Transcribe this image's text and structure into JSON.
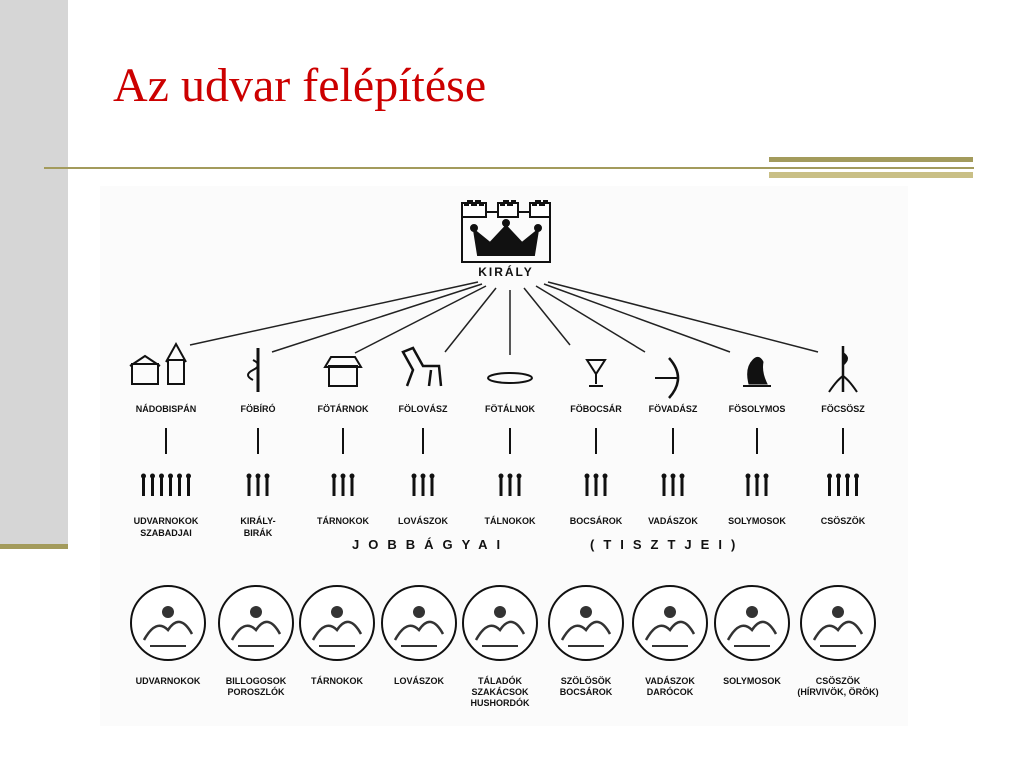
{
  "slide": {
    "title": "Az udvar felépítése"
  },
  "diagram": {
    "king": "KIRÁLY",
    "officials": [
      {
        "label": "NÁDOBISPÁN",
        "icon": "church-icon"
      },
      {
        "label": "FÖBÍRÓ",
        "icon": "staff-icon"
      },
      {
        "label": "FÖTÁRNOK",
        "icon": "house-icon"
      },
      {
        "label": "FÖLOVÁSZ",
        "icon": "horse-icon"
      },
      {
        "label": "FÖTÁLNOK",
        "icon": "platter-icon"
      },
      {
        "label": "FÖBOCSÁR",
        "icon": "goblet-icon"
      },
      {
        "label": "FÖVADÁSZ",
        "icon": "bow-icon"
      },
      {
        "label": "FÖSOLYMOS",
        "icon": "falcon-icon"
      },
      {
        "label": "FÖCSÖSZ",
        "icon": "axe-icon"
      }
    ],
    "groups": [
      {
        "lines": [
          "UDVARNOKOK",
          "SZABADJAI"
        ]
      },
      {
        "lines": [
          "KIRÁLY-",
          "BIRÁK"
        ]
      },
      {
        "lines": [
          "TÁRNOKOK"
        ]
      },
      {
        "lines": [
          "LOVÁSZOK"
        ]
      },
      {
        "lines": [
          "TÁLNOKOK"
        ]
      },
      {
        "lines": [
          "BOCSÁROK"
        ]
      },
      {
        "lines": [
          "VADÁSZOK"
        ]
      },
      {
        "lines": [
          "SOLYMOSOK"
        ]
      },
      {
        "lines": [
          "CSÖSZÖK"
        ]
      }
    ],
    "middle_caption": "JOBBÁGYAI",
    "middle_caption_paren": "(TISZTJEI)",
    "servants": [
      {
        "lines": [
          "UDVARNOKOK"
        ]
      },
      {
        "lines": [
          "BILLOGOSOK",
          "POROSZLÓK"
        ]
      },
      {
        "lines": [
          "TÁRNOKOK"
        ]
      },
      {
        "lines": [
          "LOVÁSZOK"
        ]
      },
      {
        "lines": [
          "TÁLADÓK",
          "SZAKÁCSOK",
          "HUSHORDÓK"
        ]
      },
      {
        "lines": [
          "SZÖLÖSÖK",
          "BOCSÁROK"
        ]
      },
      {
        "lines": [
          "VADÁSZOK",
          "DARÓCOK"
        ]
      },
      {
        "lines": [
          "SOLYMOSOK"
        ]
      },
      {
        "lines": [
          "CSÖSZÖK",
          "(HÍRVIVÖK, ÖRÖK)"
        ]
      }
    ]
  }
}
